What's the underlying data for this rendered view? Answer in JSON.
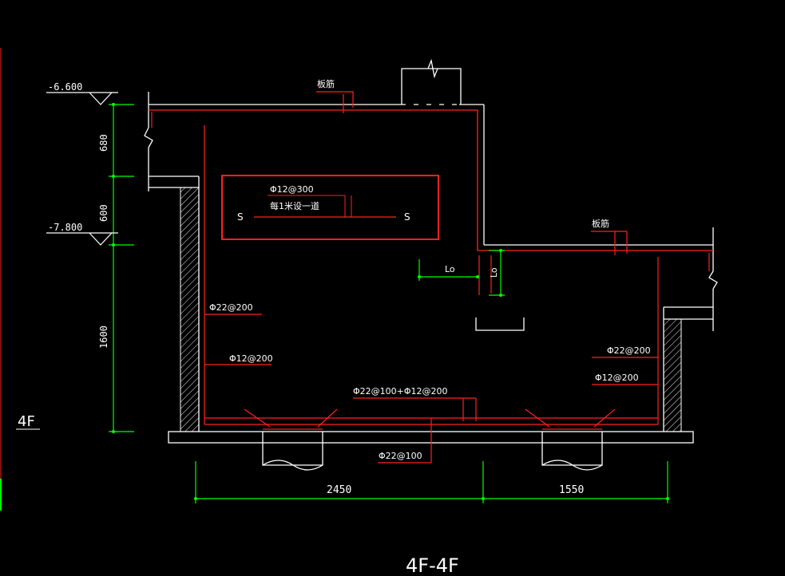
{
  "colors": {
    "background": "#000000",
    "outline": "#ffffff",
    "rebar": "#ff2020",
    "dimension": "#00ff00",
    "hatch": "#ffffff"
  },
  "elevations": {
    "top": "-6.600",
    "mid": "-7.800"
  },
  "vertical_dims": {
    "d1": "680",
    "d2": "600",
    "d3": "1600"
  },
  "horizontal_dims": {
    "left": "2450",
    "right": "1550"
  },
  "labels": {
    "slab_rebar_top": "板筋",
    "slab_rebar_right": "板筋",
    "box_line1": "Φ12@300",
    "box_line2": "每1米设一道",
    "box_s_left": "S",
    "box_s_right": "S",
    "lo_h": "Lo",
    "lo_v": "Lo",
    "left_outer": "Φ22@200",
    "left_inner": "Φ12@200",
    "right_outer": "Φ22@200",
    "right_inner": "Φ12@200",
    "bottom_top": "Φ22@100+Φ12@200",
    "bottom_bottom": "Φ22@100",
    "floor_tag": "4F",
    "section_title": "4F-4F"
  }
}
